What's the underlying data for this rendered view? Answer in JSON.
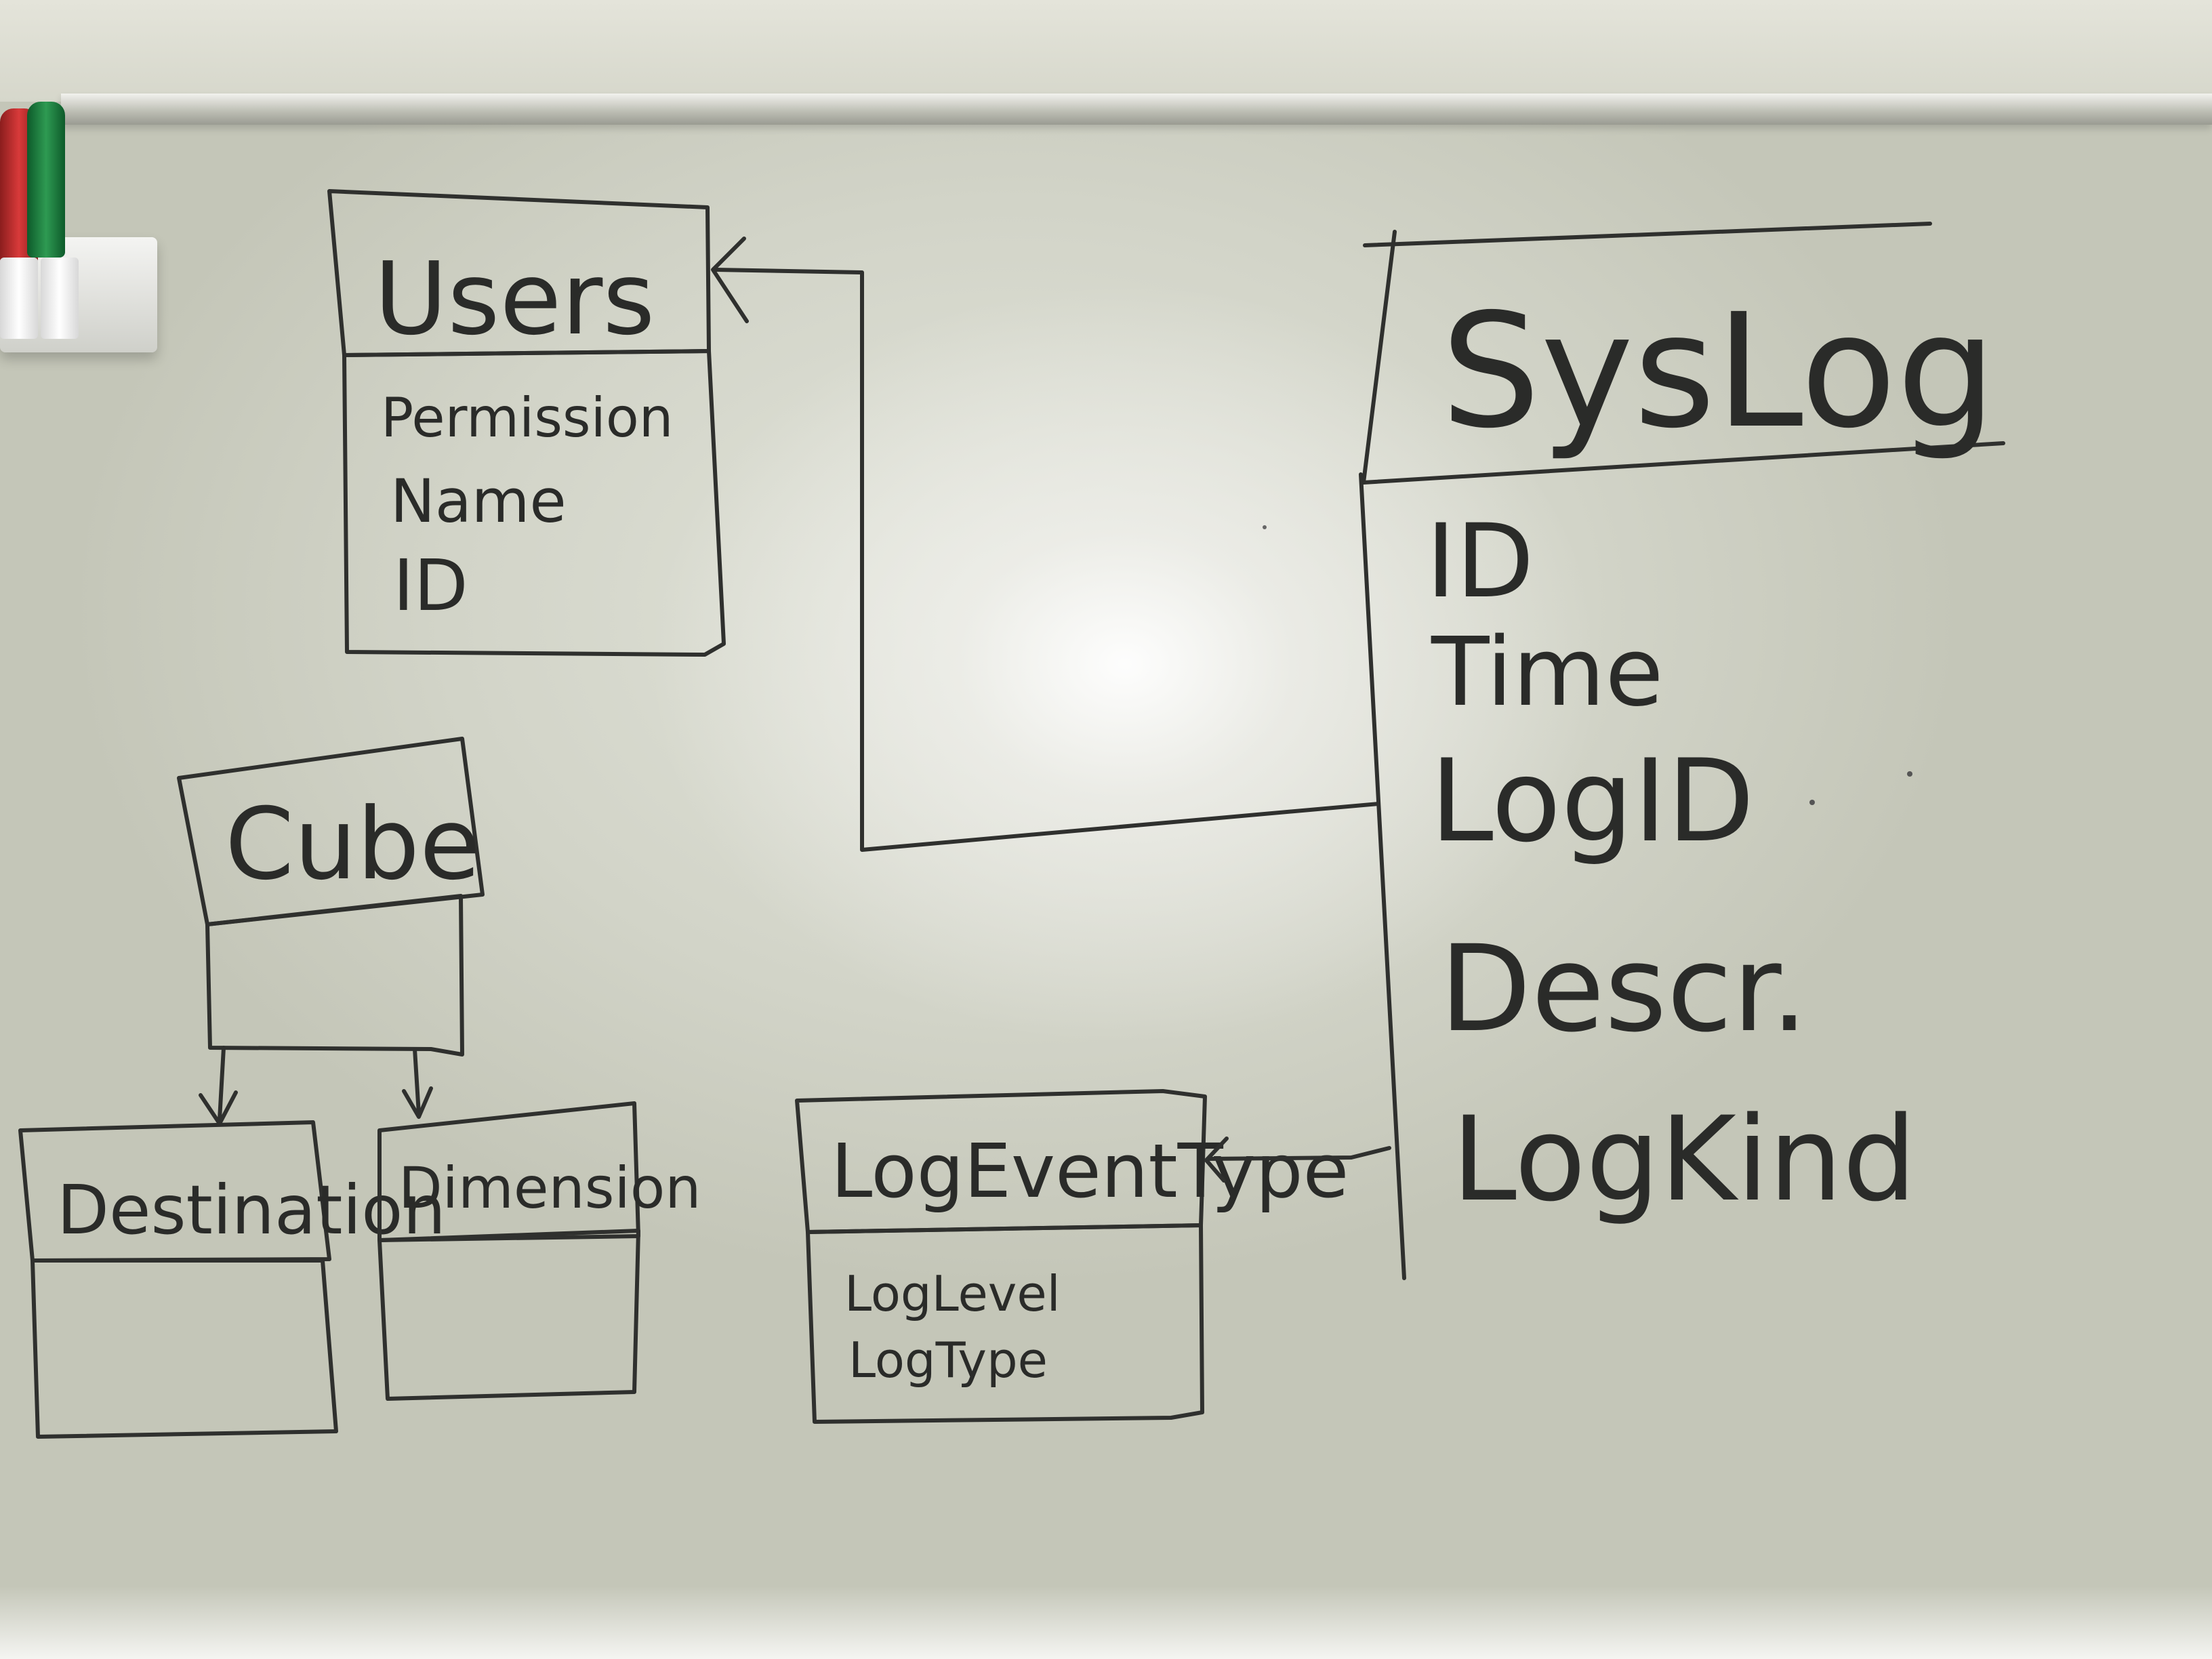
{
  "entities": {
    "users": {
      "title": "Users",
      "fields": [
        "Permission",
        "Name",
        "ID"
      ]
    },
    "syslog": {
      "title": "SysLog",
      "fields": [
        "ID",
        "Time",
        "LogID",
        "Descr.",
        "LogKind"
      ]
    },
    "cube": {
      "title": "Cube",
      "fields": []
    },
    "destination": {
      "title": "Destination",
      "fields": []
    },
    "dimension": {
      "title": "Dimension",
      "fields": []
    },
    "logeventtype": {
      "title": "LogEventType",
      "fields": [
        "LogLevel",
        "LogType"
      ]
    }
  },
  "colors": {
    "ink": "#2f302e",
    "board": "#d2d4c6"
  }
}
